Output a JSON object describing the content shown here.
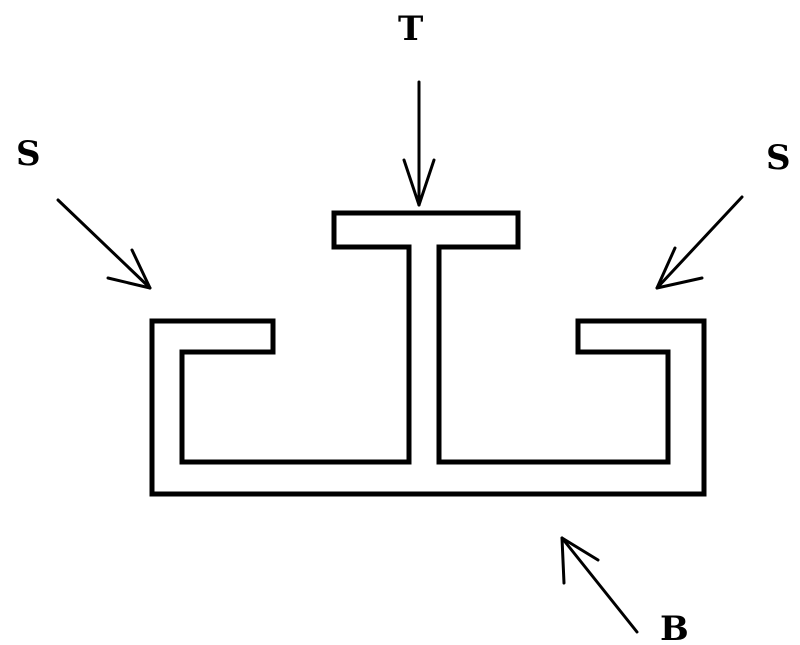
{
  "labels": {
    "top": "T",
    "side_left": "S",
    "side_right": "S",
    "bottom": "B"
  },
  "colors": {
    "ink": "#000000",
    "background": "#ffffff"
  }
}
